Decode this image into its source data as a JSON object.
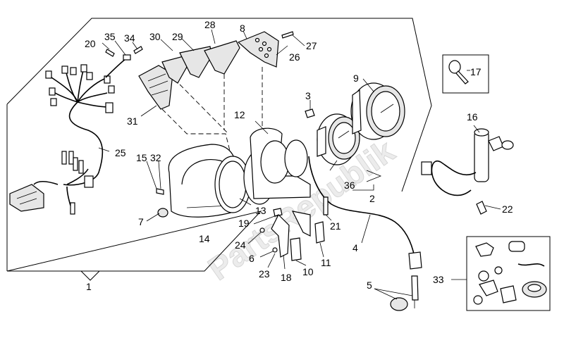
{
  "watermark": "PartsRepublik",
  "callouts": [
    {
      "id": "c1",
      "text": "1"
    },
    {
      "id": "c2",
      "text": "2"
    },
    {
      "id": "c3",
      "text": "3"
    },
    {
      "id": "c4",
      "text": "4"
    },
    {
      "id": "c5",
      "text": "5"
    },
    {
      "id": "c6",
      "text": "6"
    },
    {
      "id": "c7",
      "text": "7"
    },
    {
      "id": "c8",
      "text": "8"
    },
    {
      "id": "c9",
      "text": "9"
    },
    {
      "id": "c10",
      "text": "10"
    },
    {
      "id": "c11",
      "text": "11"
    },
    {
      "id": "c12",
      "text": "12"
    },
    {
      "id": "c13",
      "text": "13"
    },
    {
      "id": "c14",
      "text": "14"
    },
    {
      "id": "c15",
      "text": "15"
    },
    {
      "id": "c16",
      "text": "16"
    },
    {
      "id": "c17",
      "text": "17"
    },
    {
      "id": "c18",
      "text": "18"
    },
    {
      "id": "c19",
      "text": "19"
    },
    {
      "id": "c20",
      "text": "20"
    },
    {
      "id": "c21",
      "text": "21"
    },
    {
      "id": "c22",
      "text": "22"
    },
    {
      "id": "c23",
      "text": "23"
    },
    {
      "id": "c24",
      "text": "24"
    },
    {
      "id": "c25",
      "text": "25"
    },
    {
      "id": "c26",
      "text": "26"
    },
    {
      "id": "c27",
      "text": "27"
    },
    {
      "id": "c28",
      "text": "28"
    },
    {
      "id": "c29",
      "text": "29"
    },
    {
      "id": "c30",
      "text": "30"
    },
    {
      "id": "c31",
      "text": "31"
    },
    {
      "id": "c32",
      "text": "32"
    },
    {
      "id": "c33",
      "text": "33"
    },
    {
      "id": "c34",
      "text": "34"
    },
    {
      "id": "c35",
      "text": "35"
    },
    {
      "id": "c36",
      "text": "36"
    }
  ]
}
